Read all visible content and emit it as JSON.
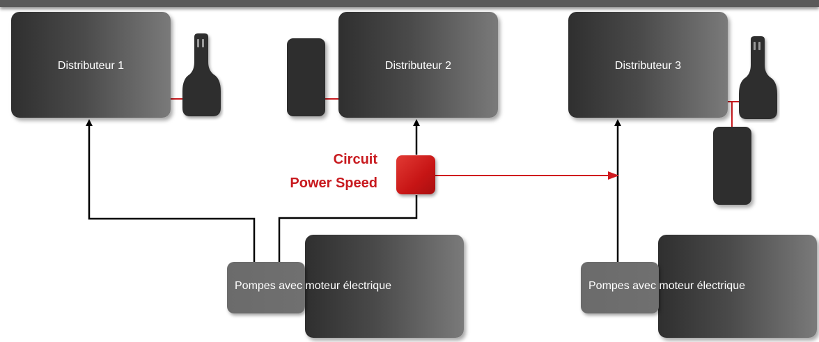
{
  "distributors": [
    {
      "label": "Distributeur 1"
    },
    {
      "label": "Distributeur 2"
    },
    {
      "label": "Distributeur 3"
    }
  ],
  "pumps": [
    {
      "label": "Pompes avec moteur électrique"
    },
    {
      "label": "Pompes avec moteur électrique"
    }
  ],
  "circuit": {
    "line1": "Circuit",
    "line2": "Power Speed"
  },
  "colors": {
    "accent": "#c81a1f",
    "box_dark": "#2f2f2f",
    "box_light": "#7a7a7a",
    "line": "#000000"
  },
  "icons": [
    "joystick-icon",
    "joystick-icon",
    "pedal-icon",
    "pedal-icon"
  ]
}
